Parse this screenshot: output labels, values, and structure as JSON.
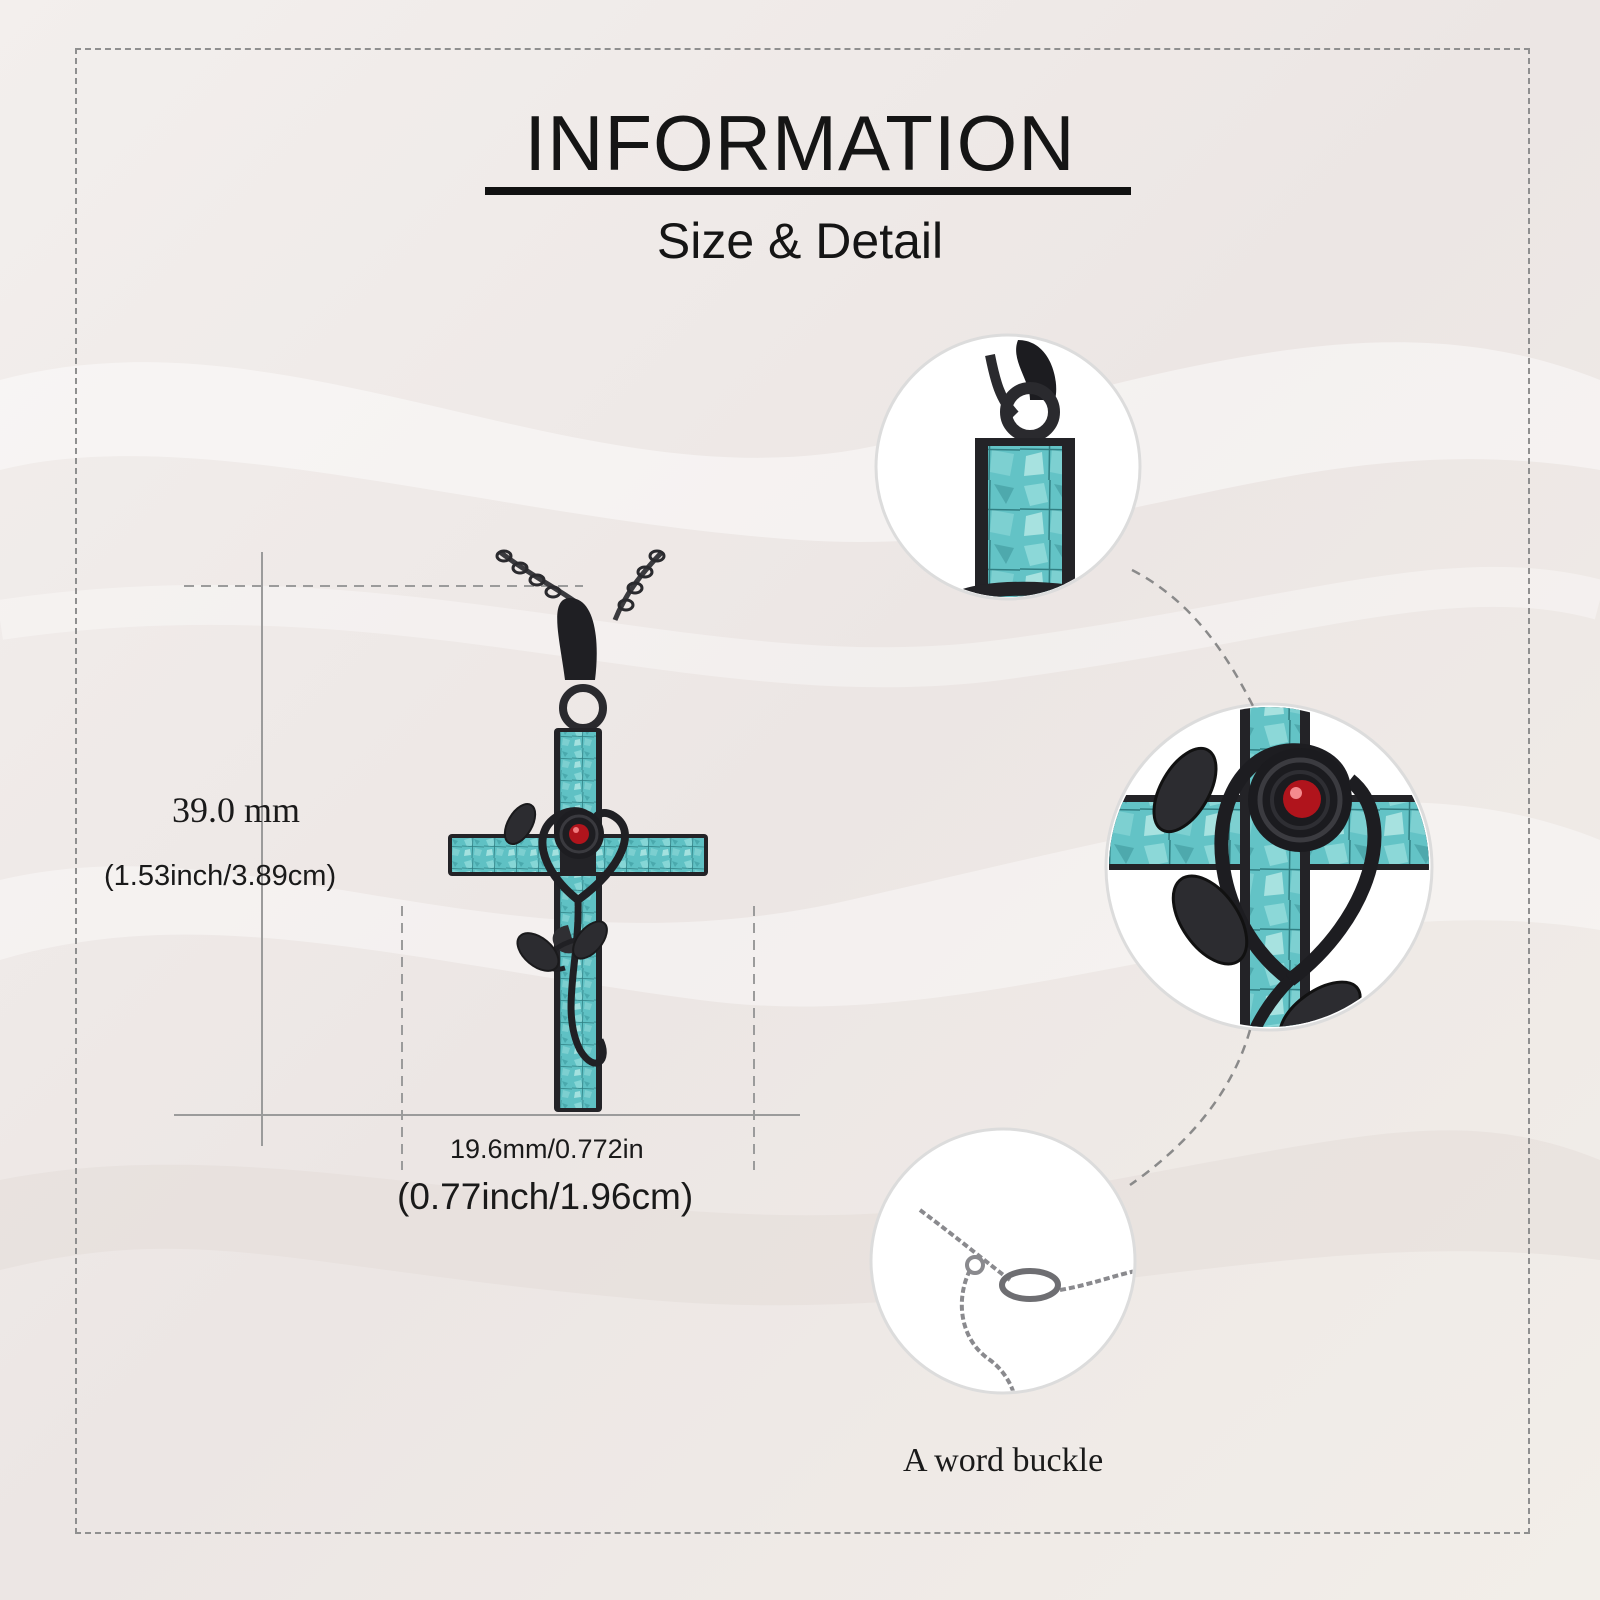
{
  "header": {
    "title": "INFORMATION",
    "subtitle": "Size & Detail"
  },
  "dimensions": {
    "height_mm": "39.0 mm",
    "height_alt": "(1.53inch/3.89cm)",
    "width_mm": "19.6mm/0.772in",
    "width_alt": "(0.77inch/1.96cm)"
  },
  "detail_views": {
    "bail_label": "",
    "rose_label": "",
    "clasp_label": "A word buckle"
  },
  "colors": {
    "background": "#f1ecea",
    "metal": "#2a2a2e",
    "turquoise": "#5fc1c4",
    "garnet": "#b0141c",
    "text": "#151515"
  }
}
